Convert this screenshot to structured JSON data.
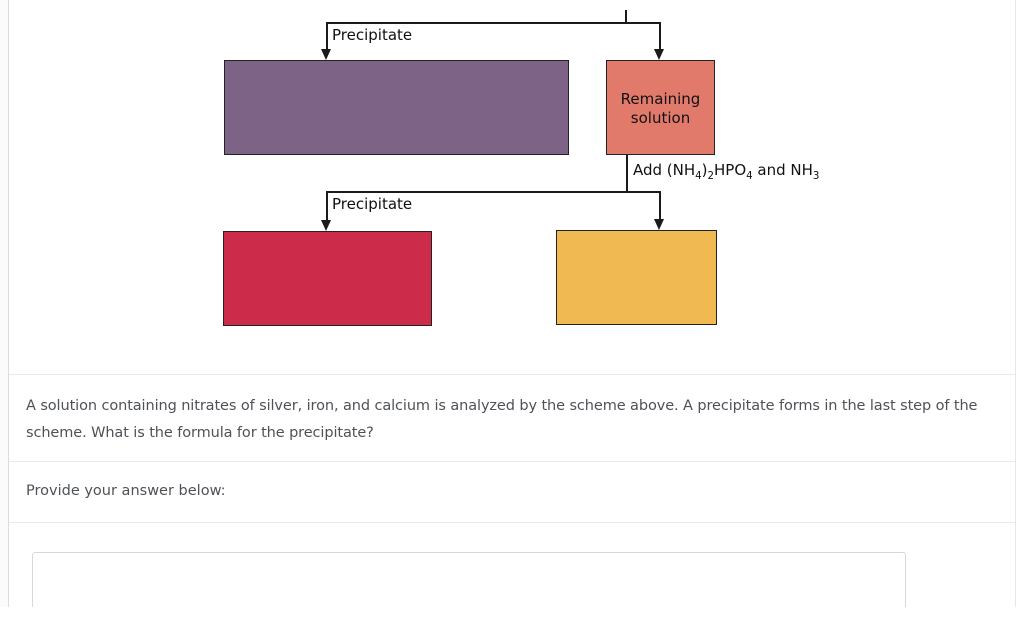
{
  "diagram": {
    "line_color": "#1a1a1a",
    "labels": {
      "precipitate_top": "Precipitate",
      "precipitate_bottom": "Precipitate",
      "add_reagents": [
        {
          "text": "Add (NH",
          "sub": false
        },
        {
          "text": "4",
          "sub": true
        },
        {
          "text": ")",
          "sub": false
        },
        {
          "text": "2",
          "sub": true
        },
        {
          "text": "HPO",
          "sub": false
        },
        {
          "text": "4",
          "sub": true
        },
        {
          "text": " and NH",
          "sub": false
        },
        {
          "text": "3",
          "sub": true
        }
      ]
    },
    "boxes": {
      "precipitate_1": {
        "label": "",
        "color": "#7d6386"
      },
      "remaining_solution": {
        "label": "Remaining solution",
        "color": "#e27a6b"
      },
      "precipitate_2": {
        "label": "",
        "color": "#cd2b4a"
      },
      "final_solution": {
        "label": "",
        "color": "#f0b951"
      }
    }
  },
  "question": {
    "text": "A solution containing nitrates of silver, iron, and calcium is analyzed by the scheme above. A precipitate forms in the last step of the scheme. What is the formula for the precipitate?"
  },
  "answer": {
    "prompt": "Provide your answer below:",
    "value": ""
  }
}
